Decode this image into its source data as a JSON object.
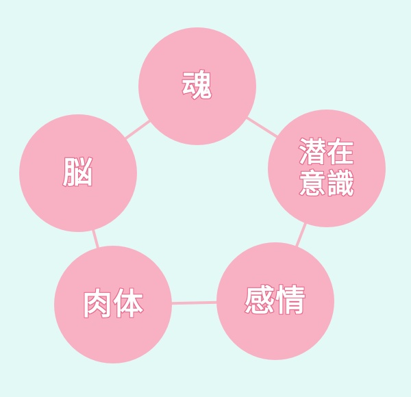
{
  "diagram": {
    "nodes": [
      {
        "id": "top",
        "label": "魂"
      },
      {
        "id": "right",
        "label": "潜在意識"
      },
      {
        "id": "bottom-right",
        "label": "感情"
      },
      {
        "id": "bottom-left",
        "label": "肉体"
      },
      {
        "id": "left",
        "label": "脳"
      }
    ],
    "edges": [
      [
        "top",
        "right"
      ],
      [
        "right",
        "bottom-right"
      ],
      [
        "bottom-right",
        "bottom-left"
      ],
      [
        "bottom-left",
        "left"
      ],
      [
        "left",
        "top"
      ]
    ],
    "colors": {
      "background": "#e3f9f6",
      "node_fill": "#f8b1c3",
      "link": "#f6b8c6",
      "label_text": "#ffffff",
      "label_outline": "#e76a8c"
    }
  }
}
